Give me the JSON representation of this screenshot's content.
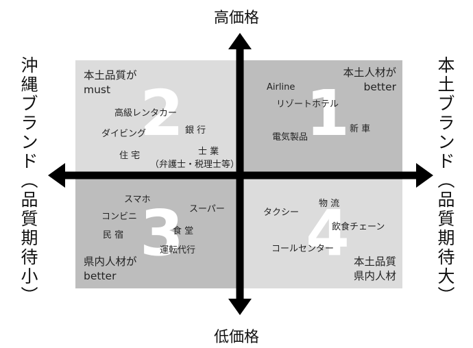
{
  "colors": {
    "q1": "#bdbdbd",
    "q2": "#dcdcdc",
    "q3": "#bdbdbd",
    "q4": "#dcdcdc",
    "axis": "#000000"
  },
  "axes": {
    "top": "高価格",
    "bottom": "低価格",
    "left": [
      "沖",
      "縄",
      "ブ",
      "ラ",
      "ン",
      "ド",
      "︵",
      "品",
      "質",
      "期",
      "待",
      "小",
      "︶"
    ],
    "right": [
      "本",
      "土",
      "ブ",
      "ラ",
      "ン",
      "ド",
      "︵",
      "品",
      "質",
      "期",
      "待",
      "大",
      "︶"
    ]
  },
  "quadrants": {
    "q1": {
      "number": "1",
      "corner": [
        "本土人材が",
        "better"
      ],
      "items": [
        "Airline",
        "リゾートホテル",
        "新 車",
        "電気製品"
      ]
    },
    "q2": {
      "number": "2",
      "corner": [
        "本土品質が",
        "must"
      ],
      "items": [
        "高級レンタカー",
        "ダイビング",
        "銀 行",
        "住 宅",
        "士 業",
        "（弁護士・税理士等）"
      ]
    },
    "q3": {
      "number": "3",
      "corner": [
        "県内人材が",
        "better"
      ],
      "items": [
        "スマホ",
        "コンビニ",
        "スーパー",
        "民 宿",
        "食 堂",
        "運転代行"
      ]
    },
    "q4": {
      "number": "4",
      "corner": [
        "本土品質",
        "県内人材"
      ],
      "items": [
        "物 流",
        "タクシー",
        "飲食チェーン",
        "コールセンター"
      ]
    }
  }
}
